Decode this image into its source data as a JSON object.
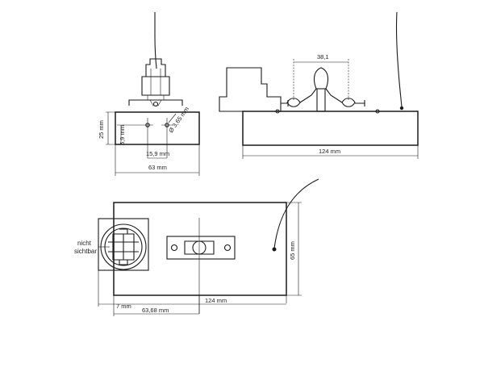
{
  "dimensions": {
    "front_height": "25 mm",
    "front_hole_offset": "5,9 mm",
    "front_hole_spacing": "15,9 mm",
    "front_hole_diameter": "Ø 3,65 mm",
    "front_width": "63 mm",
    "side_center_spacing": "38,1",
    "side_length": "124 mm",
    "top_height": "65 mm",
    "top_offset_small": "7 mm",
    "top_offset_center": "63,68 mm",
    "top_length": "124 mm"
  },
  "notes": {
    "hidden_line_1": "nicht",
    "hidden_line_2": "sichtbar"
  }
}
